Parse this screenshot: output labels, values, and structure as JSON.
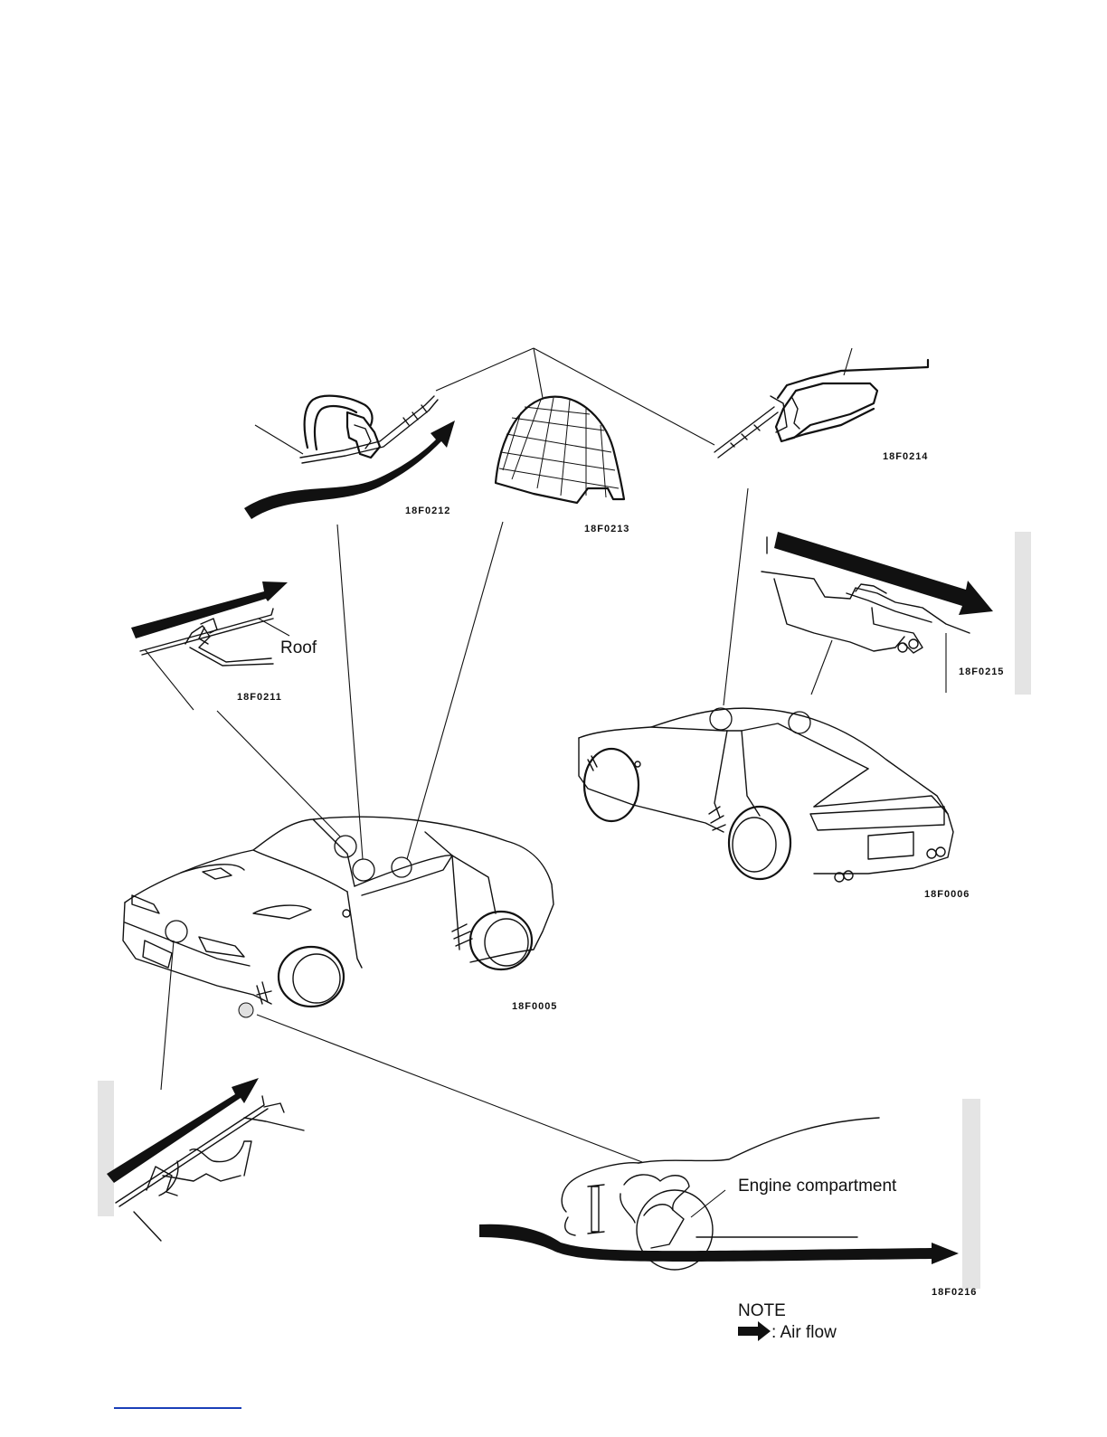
{
  "labels": {
    "roof": "Roof",
    "engine_compartment": "Engine compartment",
    "note_title": "NOTE",
    "note_text": ": Air flow"
  },
  "codes": {
    "c_0211": "18F0211",
    "c_0212": "18F0212",
    "c_0213": "18F0213",
    "c_0214": "18F0214",
    "c_0215": "18F0215",
    "c_0005": "18F0005",
    "c_0006": "18F0006",
    "c_0216": "18F0216"
  },
  "colors": {
    "ink": "#111111",
    "rule": "#1a3fb8"
  }
}
